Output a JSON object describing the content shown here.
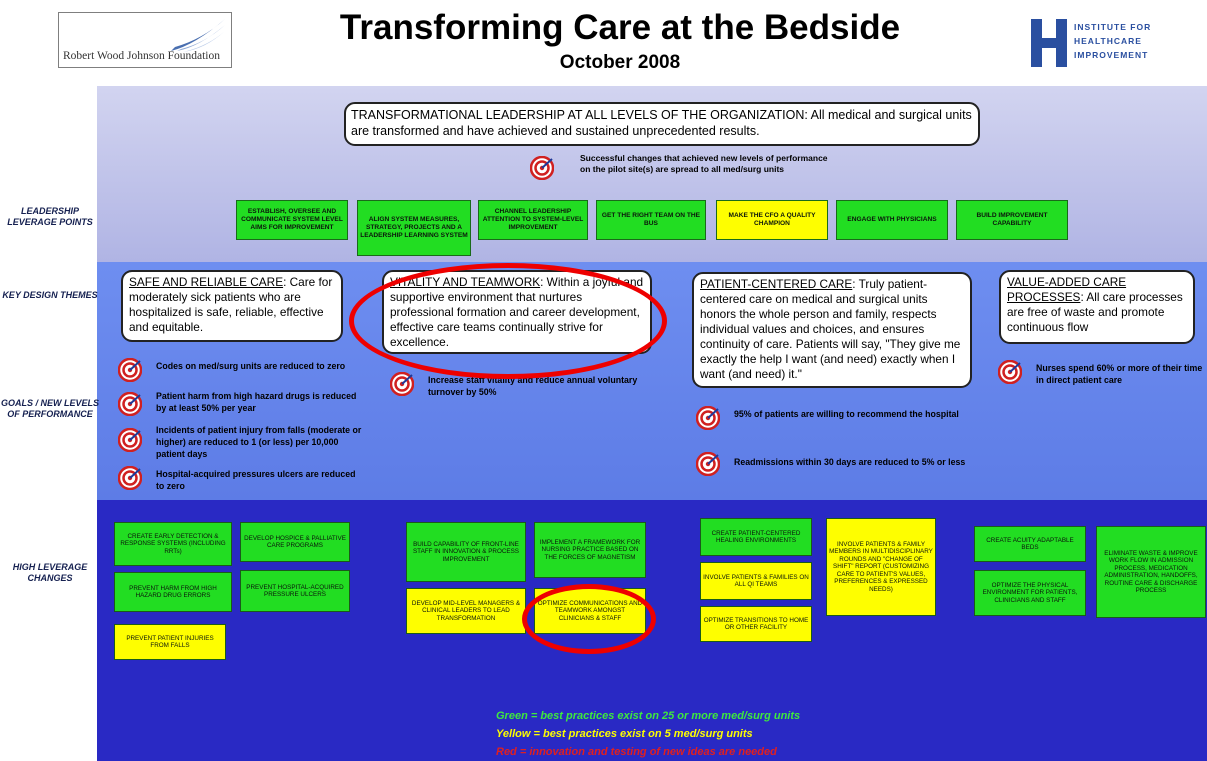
{
  "header": {
    "title": "Transforming Care at the Bedside",
    "date": "October 2008",
    "rwjf_logo_text": "Robert Wood Johnson Foundation",
    "ihi_logo_lines": [
      "INSTITUTE FOR",
      "HEALTHCARE",
      "IMPROVEMENT"
    ]
  },
  "row_labels": {
    "leadership": "LEADERSHIP LEVERAGE POINTS",
    "themes": "KEY DESIGN THEMES",
    "goals": "GOALS / NEW LEVELS OF PERFORMANCE",
    "changes": "HIGH LEVERAGE CHANGES"
  },
  "vision": "TRANSFORMATIONAL LEADERSHIP AT ALL LEVELS OF THE ORGANIZATION:  All medical and surgical units are transformed and have achieved and sustained unprecedented results.",
  "leadership_goal": "Successful changes that achieved new levels of performance on the pilot site(s) are spread to all med/surg units",
  "leverage_points": [
    {
      "label": "ESTABLISH, OVERSEE AND COMMUNICATE SYSTEM LEVEL AIMS FOR IMPROVEMENT",
      "status": "green"
    },
    {
      "label": "ALIGN SYSTEM MEASURES, STRATEGY, PROJECTS AND A LEADERSHIP LEARNING SYSTEM",
      "status": "green"
    },
    {
      "label": "CHANNEL LEADERSHIP ATTENTION TO SYSTEM-LEVEL IMPROVEMENT",
      "status": "green"
    },
    {
      "label": "GET THE RIGHT TEAM ON THE BUS",
      "status": "green"
    },
    {
      "label": "MAKE THE CFO A QUALITY CHAMPION",
      "status": "yellow"
    },
    {
      "label": "ENGAGE WITH PHYSICIANS",
      "status": "green"
    },
    {
      "label": "BUILD IMPROVEMENT CAPABILITY",
      "status": "green"
    }
  ],
  "themes": [
    {
      "heading": "SAFE AND RELIABLE CARE",
      "text": ":  Care for moderately sick patients who are hospitalized is safe, reliable, effective and equitable."
    },
    {
      "heading": "VITALITY AND TEAMWORK",
      "text": ":  Within a joyful and supportive environment that nurtures professional formation and career development, effective care teams continually strive for excellence."
    },
    {
      "heading": "PATIENT-CENTERED CARE",
      "text": ":  Truly patient-centered care on medical  and surgical units honors the whole person and family, respects individual values and choices, and ensures continuity of care.  Patients will say,  \"They give me exactly the help I want (and need) exactly when I want (and need) it.\""
    },
    {
      "heading": "VALUE-ADDED CARE PROCESSES",
      "text": ":  All care processes are free of waste and promote continuous flow"
    }
  ],
  "goals": {
    "safe": [
      "Codes on med/surg units are reduced to zero",
      "Patient harm from high hazard drugs is reduced by at least 50% per year",
      "Incidents of patient injury from falls (moderate or higher) are reduced to 1 (or less) per 10,000 patient days",
      "Hospital-acquired pressures ulcers are reduced to zero"
    ],
    "vitality": [
      "Increase staff vitality and reduce annual voluntary turnover by 50%"
    ],
    "patient": [
      "95% of patients are willing to recommend the hospital",
      "Readmissions within 30 days are reduced to 5% or less"
    ],
    "value": [
      "Nurses spend 60% or more of their time in direct patient care"
    ]
  },
  "changes": {
    "safe": [
      {
        "label": "CREATE EARLY DETECTION & RESPONSE SYSTEMS (INCLUDING RRTs)",
        "status": "green"
      },
      {
        "label": "DEVELOP HOSPICE & PALLIATIVE CARE PROGRAMS",
        "status": "green"
      },
      {
        "label": "PREVENT HARM FROM HIGH HAZARD DRUG ERRORS",
        "status": "green"
      },
      {
        "label": "PREVENT HOSPITAL-ACQUIRED PRESSURE ULCERS",
        "status": "green"
      },
      {
        "label": "PREVENT PATIENT INJURIES FROM FALLS",
        "status": "yellow"
      }
    ],
    "vitality": [
      {
        "label": "BUILD CAPABILITY OF FRONT-LINE STAFF IN INNOVATION & PROCESS IMPROVEMENT",
        "status": "green"
      },
      {
        "label": "IMPLEMENT A FRAMEWORK FOR NURSING PRACTICE BASED ON THE FORCES OF MAGNETISM",
        "status": "green"
      },
      {
        "label": "DEVELOP MID-LEVEL MANAGERS & CLINICAL LEADERS TO LEAD TRANSFORMATION",
        "status": "yellow"
      },
      {
        "label": "OPTIMIZE COMMUNICATIONS AND TEAMWORK AMONGST CLINICIANS & STAFF",
        "status": "yellow"
      }
    ],
    "patient": [
      {
        "label": "CREATE PATIENT-CENTERED HEALING ENVIRONMENTS",
        "status": "green"
      },
      {
        "label": "INVOLVE PATIENTS & FAMILY MEMBERS IN MULTIDISCIPLINARY ROUNDS AND \"CHANGE OF SHIFT\" REPORT (CUSTOMIZING CARE TO PATIENT'S VALUES, PREFERENCES & EXPRESSED NEEDS)",
        "status": "yellow"
      },
      {
        "label": "INVOLVE  PATIENTS & FAMILIES ON ALL QI TEAMS",
        "status": "yellow"
      },
      {
        "label": "OPTIMIZE TRANSITIONS TO HOME OR OTHER FACILITY",
        "status": "yellow"
      }
    ],
    "value": [
      {
        "label": "CREATE ACUITY ADAPTABLE BEDS",
        "status": "green"
      },
      {
        "label": "ELIMINATE WASTE & IMPROVE WORK FLOW IN ADMISSION PROCESS, MEDICATION ADMINISTRATION, HANDOFFS, ROUTINE CARE & DISCHARGE PROCESS",
        "status": "green"
      },
      {
        "label": "OPTIMIZE THE PHYSICAL ENVIRONMENT FOR PATIENTS, CLINICIANS AND STAFF",
        "status": "green"
      }
    ]
  },
  "legend": {
    "green": "Green = best practices exist on 25 or more med/surg units",
    "yellow": "Yellow = best practices exist on 5 med/surg units",
    "red": "Red = innovation and testing of new ideas are needed"
  },
  "colors": {
    "green": "#22dd22",
    "yellow": "#fefe00",
    "legend_green": "#3ee83e",
    "legend_yellow": "#fefe00",
    "legend_red": "#e02020",
    "highlight": "#ee0000"
  }
}
